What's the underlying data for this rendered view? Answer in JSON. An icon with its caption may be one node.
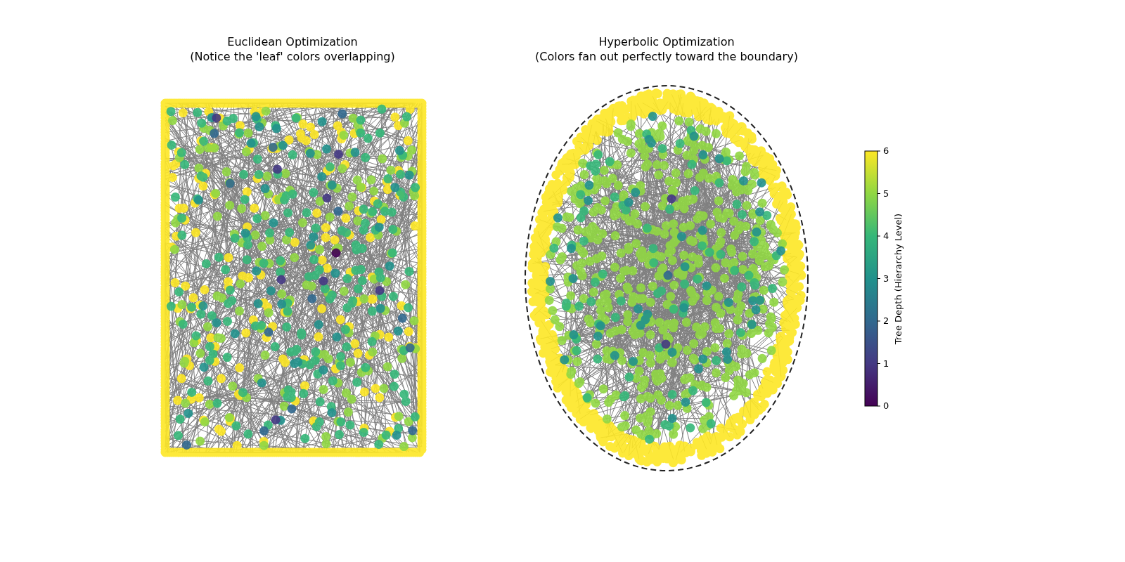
{
  "diagram": {
    "labels": [
      "Euclidean Optimization",
      "(Notice the 'leaf' colors overlapping)",
      "Hyperbolic Optimization",
      "(Colors fan out perfectly toward the boundary)",
      "6",
      "5",
      "4",
      "3",
      "2",
      "1",
      "0",
      "Tree Depth (Hierarchy Level)"
    ]
  }
}
